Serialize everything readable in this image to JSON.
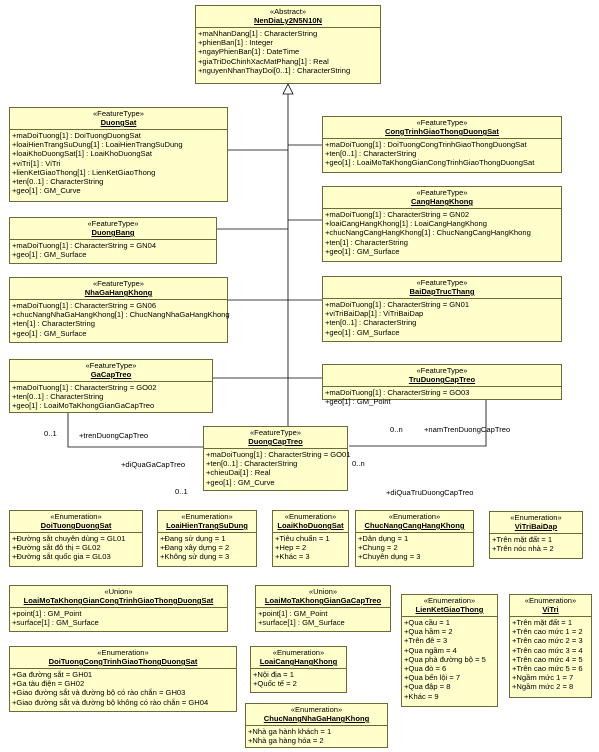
{
  "classes": {
    "nen": {
      "stereotype": "«Abstract»",
      "name": "NenDiaLy2N5N10N",
      "attrs": [
        "+maNhanDang[1] : CharacterString",
        "+phienBan[1] : Integer",
        "+ngayPhienBan[1] : DateTime",
        "+giaTriDoChinhXacMatPhang[1] : Real",
        "+nguyenNhanThayDoi[0..1] : CharacterString"
      ]
    },
    "duongsat": {
      "stereotype": "«FeatureType»",
      "name": "DuongSat",
      "attrs": [
        "+maDoiTuong[1] : DoiTuongDuongSat",
        "+loaiHienTrangSuDung[1] : LoaiHienTrangSuDung",
        "+loaiKhoDuongSat[1] : LoaiKhoDuongSat",
        "+viTri[1] : ViTri",
        "+lienKetGiaoThong[1] : LienKetGiaoThong",
        "+ten[0..1] : CharacterString",
        "+geo[1] : GM_Curve"
      ]
    },
    "ctgtds": {
      "stereotype": "«FeatureType»",
      "name": "CongTrinhGiaoThongDuongSat",
      "attrs": [
        "+maDoiTuong[1] : DoiTuongCongTrinhGiaoThongDuongSat",
        "+ten[0..1] : CharacterString",
        "+geo[1] : LoaiMoTaKhongGianCongTrinhGiaoThongDuongSat"
      ]
    },
    "duongbang": {
      "stereotype": "«FeatureType»",
      "name": "DuongBang",
      "attrs": [
        "+maDoiTuong[1] : CharacterString = GN04",
        "+geo[1] : GM_Surface"
      ]
    },
    "canghk": {
      "stereotype": "«FeatureType»",
      "name": "CangHangKhong",
      "attrs": [
        "+maDoiTuong[1] : CharacterString = GN02",
        "+loaiCangHangKhong[1] : LoaiCangHangKhong",
        "+chucNangCangHangKhong[1] : ChucNangCangHangKhong",
        "+ten[1] : CharacterString",
        "+geo[1] : GM_Surface"
      ]
    },
    "nhaga": {
      "stereotype": "«FeatureType»",
      "name": "NhaGaHangKhong",
      "attrs": [
        "+maDoiTuong[1] : CharacterString = GN06",
        "+chucNangNhaGaHangKhong[1] : ChucNangNhaGaHangKhong",
        "+ten[1] : CharacterString",
        "+geo[1] : GM_Surface"
      ]
    },
    "baidap": {
      "stereotype": "«FeatureType»",
      "name": "BaiDapTrucThang",
      "attrs": [
        "+maDoiTuong[1] : CharacterString = GN01",
        "+viTriBaiDap[1] : ViTriBaiDap",
        "+ten[0..1] : CharacterString",
        "+geo[1] : GM_Surface"
      ]
    },
    "gacap": {
      "stereotype": "«FeatureType»",
      "name": "GaCapTreo",
      "attrs": [
        "+maDoiTuong[1] : CharacterString = GO02",
        "+ten[0..1] : CharacterString",
        "+geo[1] : LoaiMoTaKhongGianGaCapTreo"
      ]
    },
    "truduong": {
      "stereotype": "«FeatureType»",
      "name": "TruDuongCapTreo",
      "attrs": [
        "+maDoiTuong[1] : CharacterString = GO03",
        "+geo[1] : GM_Point"
      ]
    },
    "duongcap": {
      "stereotype": "«FeatureType»",
      "name": "DuongCapTreo",
      "attrs": [
        "+maDoiTuong[1] : CharacterString = GO01",
        "+ten[0..1] : CharacterString",
        "+chieuDai[1] : Real",
        "+geo[1] : GM_Curve"
      ]
    },
    "e_dtds": {
      "stereotype": "«Enumeration»",
      "name": "DoiTuongDuongSat",
      "attrs": [
        "+Đường sắt chuyên dùng = GL01",
        "+Đường sắt đô thị = GL02",
        "+Đường sắt quốc gia = GL03"
      ]
    },
    "e_lhtsd": {
      "stereotype": "«Enumeration»",
      "name": "LoaiHienTrangSuDung",
      "attrs": [
        "+Đang sử dụng = 1",
        "+Đang xây dựng = 2",
        "+Không sử dụng = 3"
      ]
    },
    "e_lkds": {
      "stereotype": "«Enumeration»",
      "name": "LoaiKhoDuongSat",
      "attrs": [
        "+Tiêu chuẩn = 1",
        "+Hẹp = 2",
        "+Khác = 3"
      ]
    },
    "e_cnchk": {
      "stereotype": "«Enumeration»",
      "name": "ChucNangCangHangKhong",
      "attrs": [
        "+Dân dụng = 1",
        "+Chung = 2",
        "+Chuyên dụng = 3"
      ]
    },
    "e_vtbd": {
      "stereotype": "«Enumeration»",
      "name": "ViTriBaiDap",
      "attrs": [
        "+Trên mặt đất = 1",
        "+Trên nóc nhà = 2"
      ]
    },
    "u_ctgt": {
      "stereotype": "«Union»",
      "name": "LoaiMoTaKhongGianCongTrinhGiaoThongDuongSat",
      "attrs": [
        "+point[1] : GM_Point",
        "+surface[1] : GM_Surface"
      ]
    },
    "u_gct": {
      "stereotype": "«Union»",
      "name": "LoaiMoTaKhongGianGaCapTreo",
      "attrs": [
        "+point[1] : GM_Point",
        "+surface[1] : GM_Surface"
      ]
    },
    "e_lkgt": {
      "stereotype": "«Enumeration»",
      "name": "LienKetGiaoThong",
      "attrs": [
        "+Qua cầu = 1",
        "+Qua hầm = 2",
        "+Trên đê = 3",
        "+Qua ngầm = 4",
        "+Qua phà đường bộ = 5",
        "+Qua đò = 6",
        "+Qua bến lội = 7",
        "+Qua đập = 8",
        "+Khác = 9"
      ]
    },
    "e_vitri": {
      "stereotype": "«Enumeration»",
      "name": "ViTri",
      "attrs": [
        "+Trên mặt đất = 1",
        "+Trên cao mức 1 = 2",
        "+Trên cao mức 2 = 3",
        "+Trên cao mức 3 = 4",
        "+Trên cao mức 4 = 5",
        "+Trên cao mức 5 = 6",
        "+Ngầm mức 1 = 7",
        "+Ngầm mức 2 = 8"
      ]
    },
    "e_dtct": {
      "stereotype": "«Enumeration»",
      "name": "DoiTuongCongTrinhGiaoThongDuongSat",
      "attrs": [
        "+Ga đường sắt = GH01",
        "+Ga tàu điện = GH02",
        "+Giao đường sắt và đường bộ có rào chắn = GH03",
        "+Giao đường sắt và đường bộ không có rào chắn = GH04"
      ]
    },
    "e_lchk": {
      "stereotype": "«Enumeration»",
      "name": "LoaiCangHangKhong",
      "attrs": [
        "+Nội địa = 1",
        "+Quốc tế = 2"
      ]
    },
    "e_cnnga": {
      "stereotype": "«Enumeration»",
      "name": "ChucNangNhaGaHangKhong",
      "attrs": [
        "+Nhà ga hành khách = 1",
        "+Nhà ga hàng hóa = 2"
      ]
    }
  },
  "labels": {
    "m_left_top": "0..1",
    "r_tren_duong": "+trenDuongCapTreo",
    "r_qua_ga": "+diQuaGaCapTreo",
    "m_left_bottom": "0..1",
    "m_right_top": "0..n",
    "r_nam_tren": "+namTrenDuongCapTreo",
    "m_right_bottom": "0..n",
    "r_qua_tru": "+diQuaTruDuongCapTreo"
  }
}
